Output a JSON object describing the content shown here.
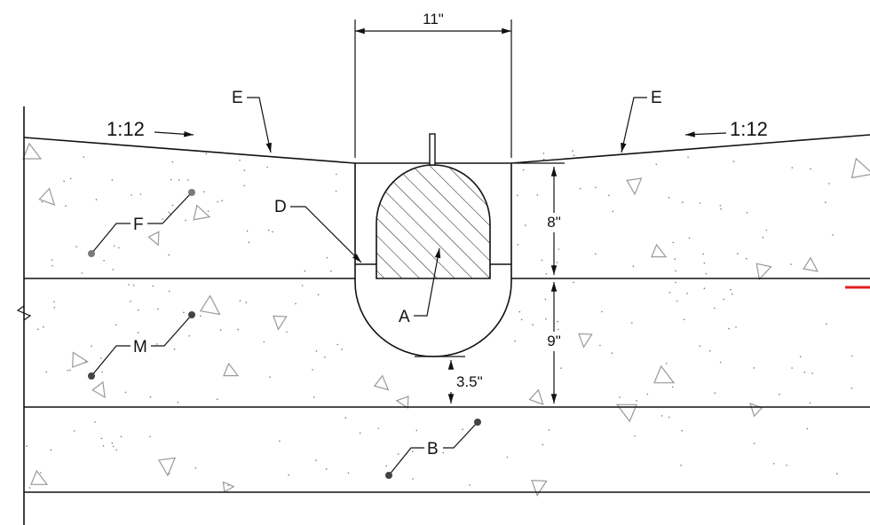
{
  "labels": {
    "A": "A",
    "B": "B",
    "D": "D",
    "E_left": "E",
    "E_right": "E",
    "F": "F",
    "M": "M"
  },
  "dimensions": {
    "width": "11\"",
    "upper_depth": "8\"",
    "lower_depth": "9\"",
    "clearance": "3.5\""
  },
  "slopes": {
    "left": "1:12",
    "right": "1:12"
  },
  "colors": {
    "line": "#111111",
    "aggregate": "#9a9a9a",
    "accent_mark": "#e02020"
  }
}
